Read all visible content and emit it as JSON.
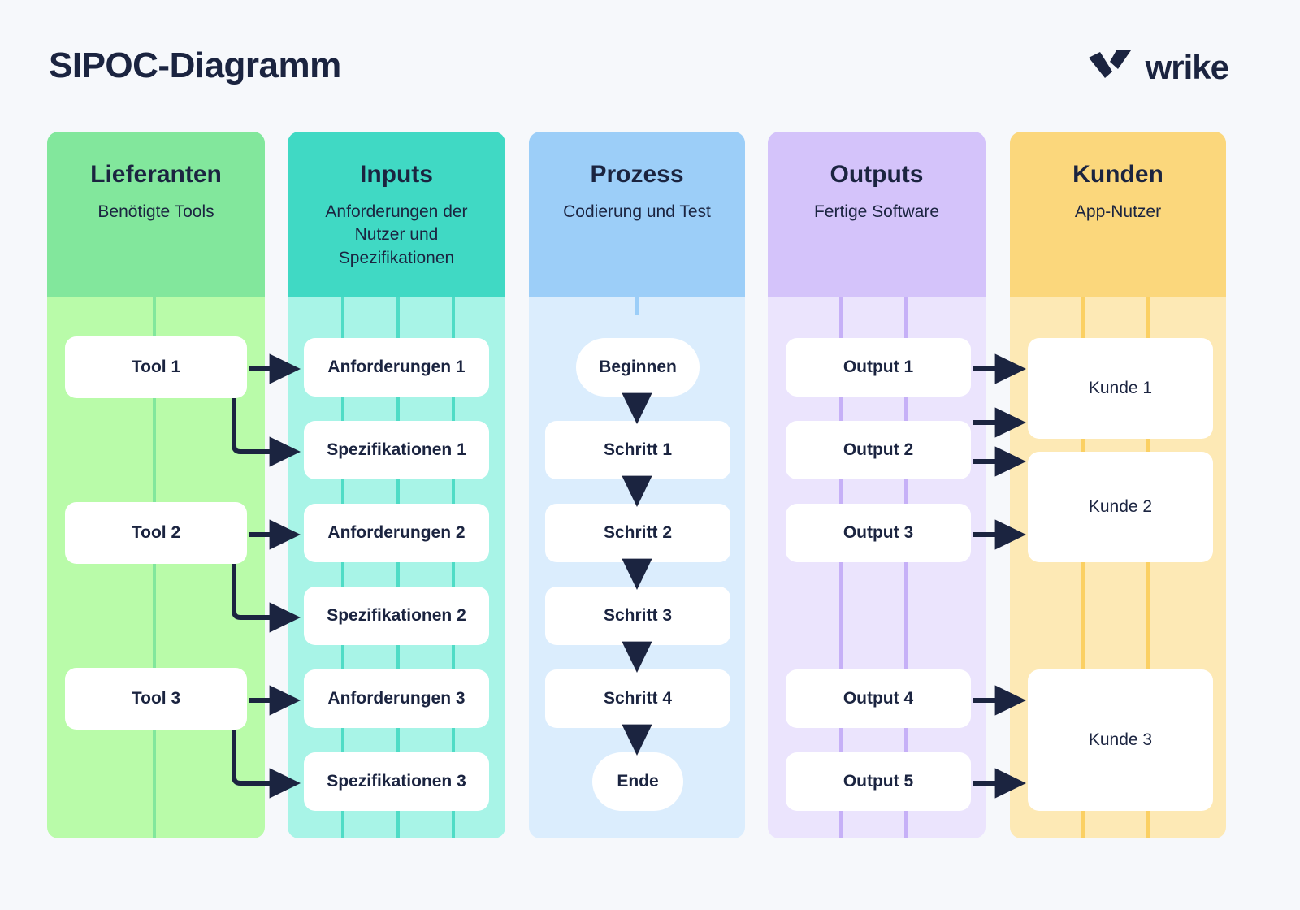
{
  "page": {
    "title": "SIPOC-Diagramm",
    "background_color": "#f6f8fb",
    "text_color": "#1b2440"
  },
  "brand": {
    "wordmark": "wrike",
    "logo_icon": "wrike-checkmark-icon",
    "color": "#1b2440"
  },
  "colors": {
    "arrow": "#1b2440",
    "node_fill": "#ffffff",
    "suppliers_header": "#82e79c",
    "suppliers_body": "#b9fba9",
    "inputs_header": "#40d9c4",
    "inputs_body": "#a8f4e7",
    "process_header": "#9ccef8",
    "process_body": "#dbedfd",
    "outputs_header": "#d4c3fa",
    "outputs_body": "#ebe4fd",
    "customers_header": "#fbd77c",
    "customers_body": "#fde9b5"
  },
  "columns": {
    "suppliers": {
      "title": "Lieferanten",
      "subtitle": "Benötigte Tools",
      "nodes": [
        {
          "label": "Tool 1"
        },
        {
          "label": "Tool 2"
        },
        {
          "label": "Tool 3"
        }
      ]
    },
    "inputs": {
      "title": "Inputs",
      "subtitle": "Anforderungen der Nutzer und Spezifikationen",
      "nodes": [
        {
          "label": "Anforderungen 1"
        },
        {
          "label": "Spezifikationen 1"
        },
        {
          "label": "Anforderungen 2"
        },
        {
          "label": "Spezifikationen 2"
        },
        {
          "label": "Anforderungen 3"
        },
        {
          "label": "Spezifikationen 3"
        }
      ]
    },
    "process": {
      "title": "Prozess",
      "subtitle": "Codierung und Test",
      "nodes": [
        {
          "label": "Beginnen",
          "shape": "pill"
        },
        {
          "label": "Schritt 1",
          "shape": "rect"
        },
        {
          "label": "Schritt 2",
          "shape": "rect"
        },
        {
          "label": "Schritt 3",
          "shape": "rect"
        },
        {
          "label": "Schritt 4",
          "shape": "rect"
        },
        {
          "label": "Ende",
          "shape": "pill"
        }
      ]
    },
    "outputs": {
      "title": "Outputs",
      "subtitle": "Fertige Software",
      "nodes": [
        {
          "label": "Output 1"
        },
        {
          "label": "Output 2"
        },
        {
          "label": "Output 3"
        },
        {
          "label": "Output 4"
        },
        {
          "label": "Output 5"
        }
      ]
    },
    "customers": {
      "title": "Kunden",
      "subtitle": "App-Nutzer",
      "nodes": [
        {
          "label": "Kunde 1"
        },
        {
          "label": "Kunde 2"
        },
        {
          "label": "Kunde 3"
        }
      ]
    }
  },
  "connections": [
    {
      "from": "Tool 1",
      "to": "Anforderungen 1",
      "style": "straight"
    },
    {
      "from": "Tool 1",
      "to": "Spezifikationen 1",
      "style": "elbow"
    },
    {
      "from": "Tool 2",
      "to": "Anforderungen 2",
      "style": "straight"
    },
    {
      "from": "Tool 2",
      "to": "Spezifikationen 2",
      "style": "elbow"
    },
    {
      "from": "Tool 3",
      "to": "Anforderungen 3",
      "style": "straight"
    },
    {
      "from": "Tool 3",
      "to": "Spezifikationen 3",
      "style": "elbow"
    },
    {
      "from": "Beginnen",
      "to": "Schritt 1",
      "style": "down"
    },
    {
      "from": "Schritt 1",
      "to": "Schritt 2",
      "style": "down"
    },
    {
      "from": "Schritt 2",
      "to": "Schritt 3",
      "style": "down"
    },
    {
      "from": "Schritt 3",
      "to": "Schritt 4",
      "style": "down"
    },
    {
      "from": "Schritt 4",
      "to": "Ende",
      "style": "down"
    },
    {
      "from": "Output 1",
      "to": "Kunde 1",
      "style": "straight"
    },
    {
      "from": "Output 2",
      "to": "Kunde 1",
      "style": "straight"
    },
    {
      "from": "Output 2",
      "to": "Kunde 2",
      "style": "straight"
    },
    {
      "from": "Output 3",
      "to": "Kunde 2",
      "style": "straight"
    },
    {
      "from": "Output 4",
      "to": "Kunde 3",
      "style": "straight"
    },
    {
      "from": "Output 5",
      "to": "Kunde 3",
      "style": "straight"
    }
  ]
}
